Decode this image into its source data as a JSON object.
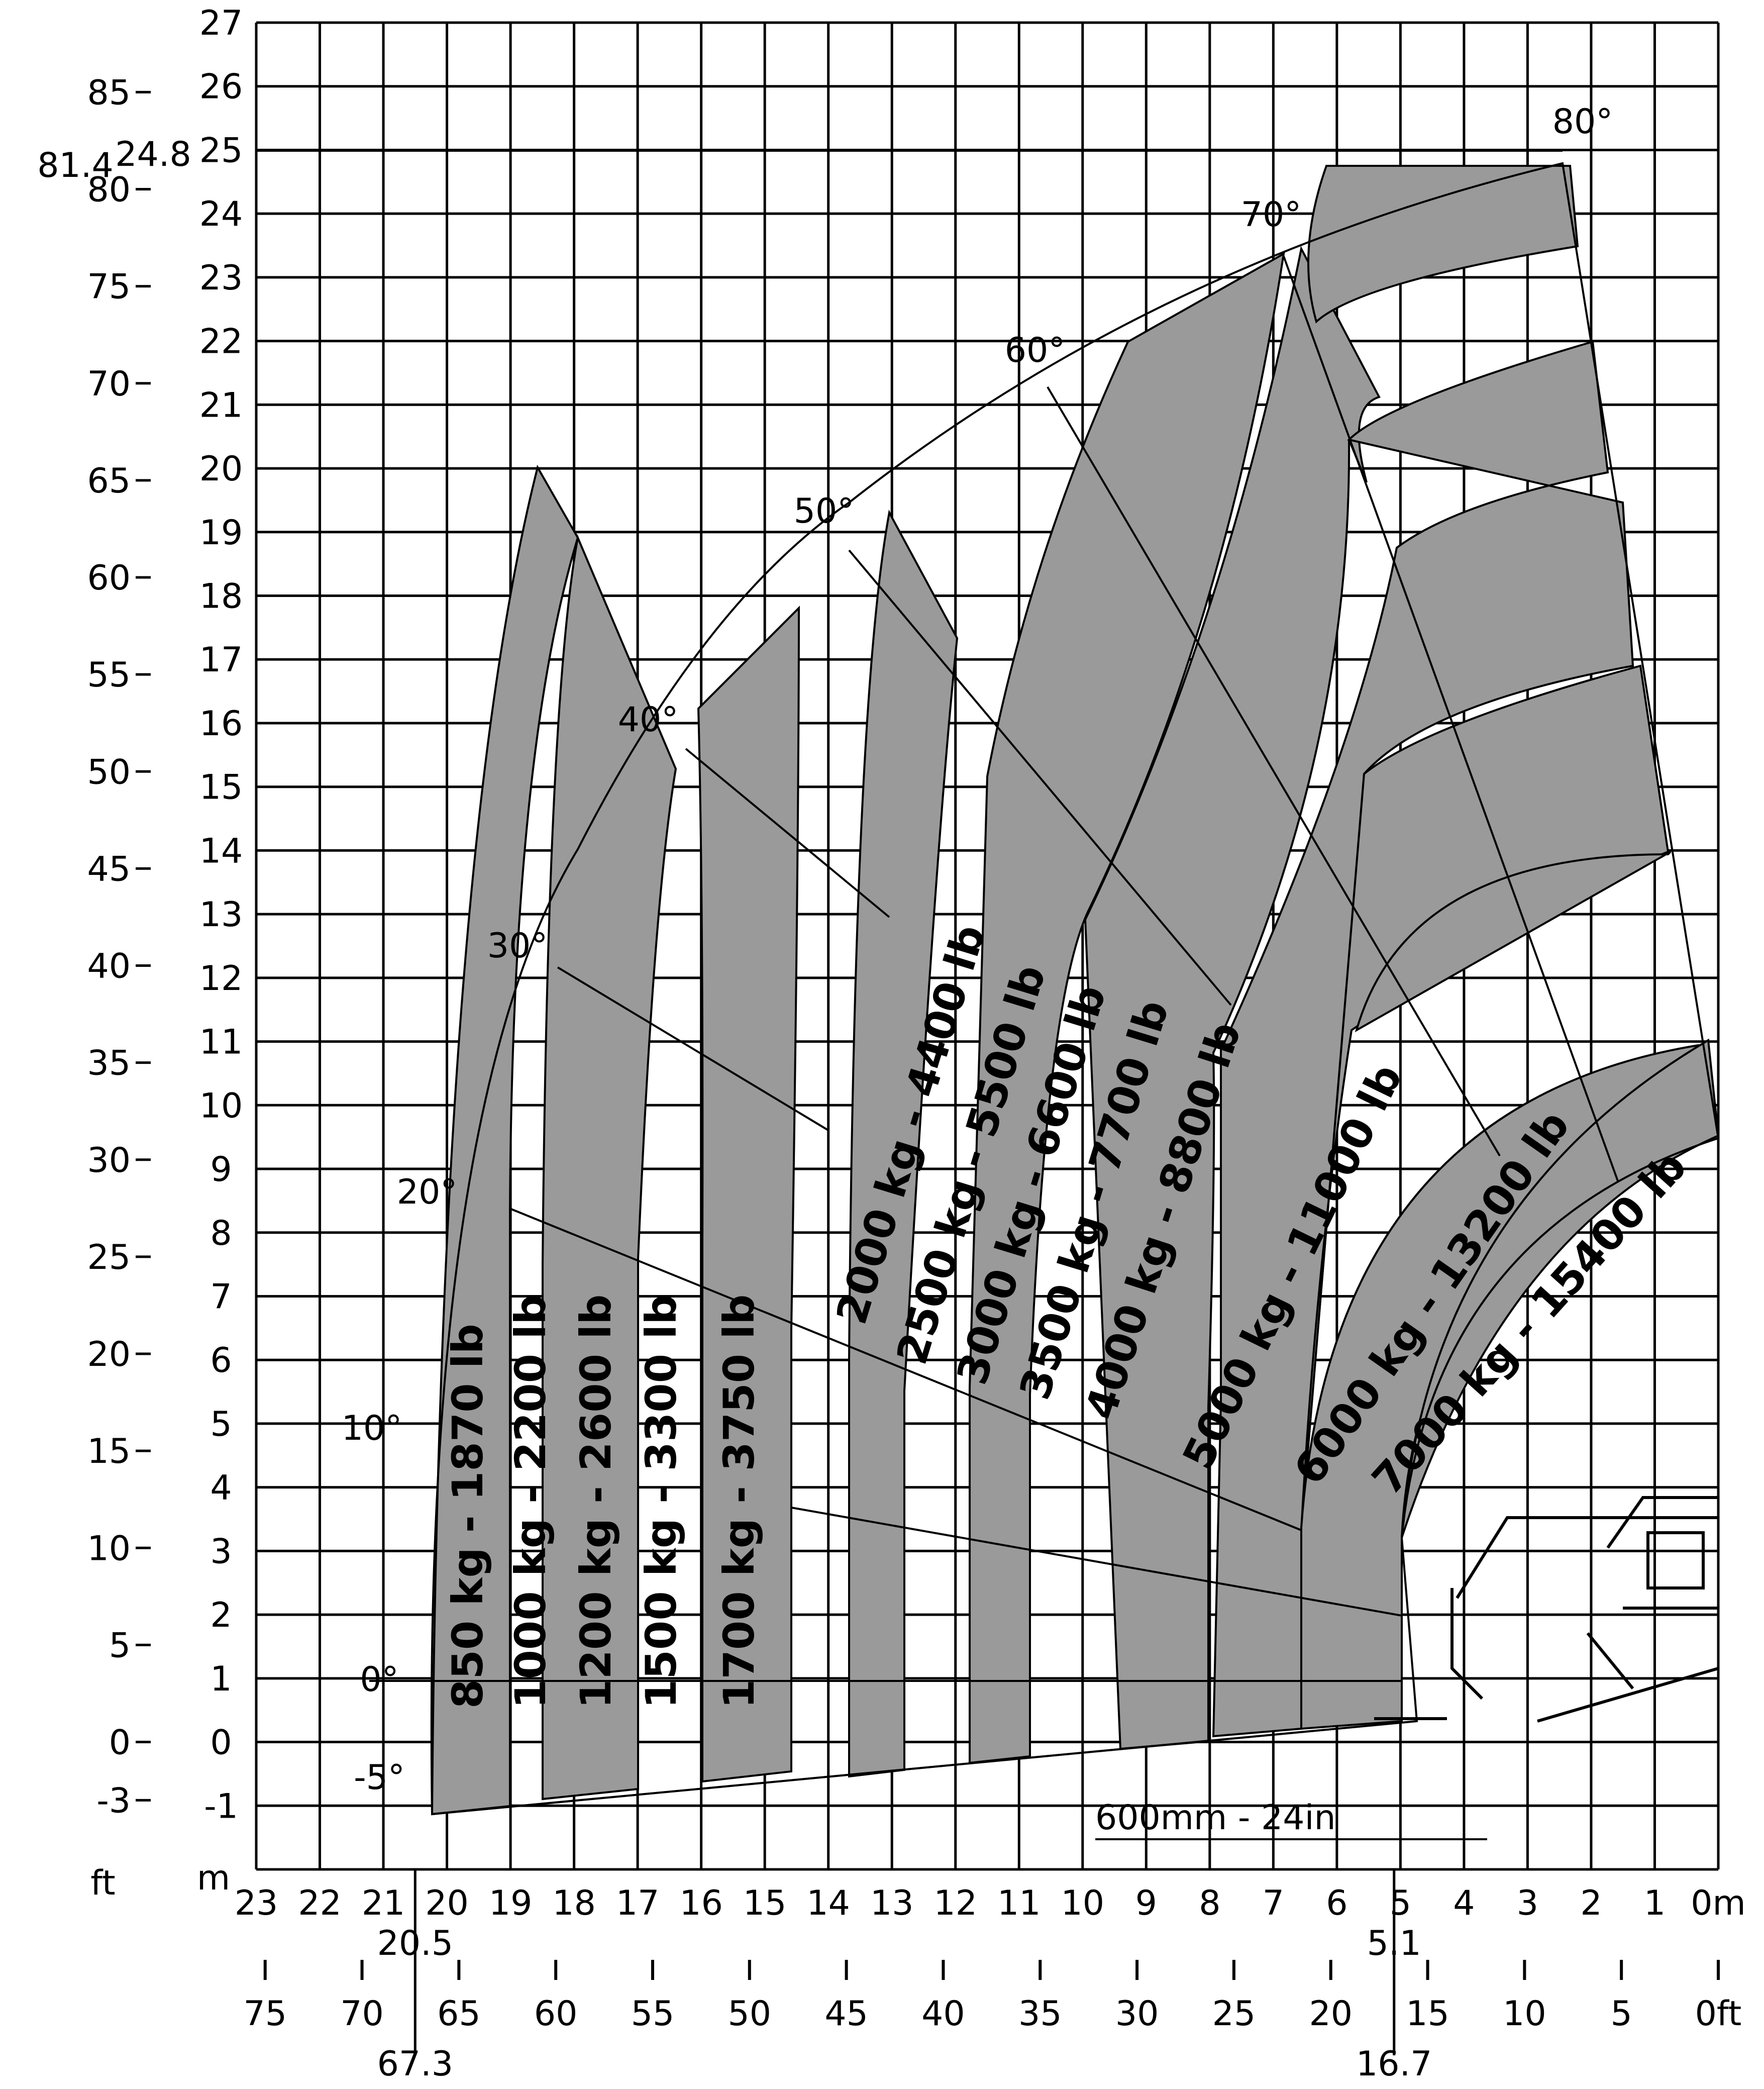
{
  "chart_data": {
    "type": "load-chart",
    "x_axis_m": {
      "ticks": [
        "23",
        "22",
        "21",
        "20",
        "19",
        "18",
        "17",
        "16",
        "15",
        "14",
        "13",
        "12",
        "11",
        "10",
        "9",
        "8",
        "7",
        "6",
        "5",
        "4",
        "3",
        "2",
        "1",
        "0m"
      ],
      "special": [
        "20.5",
        "5.1"
      ]
    },
    "x_axis_ft": {
      "ticks": [
        "75",
        "70",
        "65",
        "60",
        "55",
        "50",
        "45",
        "40",
        "35",
        "30",
        "25",
        "20",
        "15",
        "10",
        "5",
        "0ft"
      ],
      "special": [
        "67.3",
        "16.7"
      ]
    },
    "y_axis_m": {
      "ticks": [
        "27",
        "26",
        "25",
        "24",
        "23",
        "22",
        "21",
        "20",
        "19",
        "18",
        "17",
        "16",
        "15",
        "14",
        "13",
        "12",
        "11",
        "10",
        "9",
        "8",
        "7",
        "6",
        "5",
        "4",
        "3",
        "2",
        "1",
        "0",
        "-1"
      ],
      "unit": "m",
      "special": "24.8"
    },
    "y_axis_ft": {
      "ticks": [
        "85",
        "80",
        "75",
        "70",
        "65",
        "60",
        "55",
        "50",
        "45",
        "40",
        "35",
        "30",
        "25",
        "20",
        "15",
        "10",
        "5",
        "0",
        "-3"
      ],
      "unit": "ft",
      "special": "81.4"
    },
    "boom_angles": [
      "80°",
      "70°",
      "60°",
      "50°",
      "40°",
      "30°",
      "20°",
      "10°",
      "0°",
      "-5°"
    ],
    "load_zones": [
      {
        "label": "850 kg - 1870 lb",
        "kg": 850,
        "lb": 1870
      },
      {
        "label": "1000 kg - 2200 lb",
        "kg": 1000,
        "lb": 2200
      },
      {
        "label": "1200 kg - 2600 lb",
        "kg": 1200,
        "lb": 2600
      },
      {
        "label": "1500 kg - 3300 lb",
        "kg": 1500,
        "lb": 3300
      },
      {
        "label": "1700 kg - 3750 lb",
        "kg": 1700,
        "lb": 3750
      },
      {
        "label": "2000 kg - 4400 lb",
        "kg": 2000,
        "lb": 4400
      },
      {
        "label": "2500 kg - 5500 lb",
        "kg": 2500,
        "lb": 5500
      },
      {
        "label": "3000 kg - 6600 lb",
        "kg": 3000,
        "lb": 6600
      },
      {
        "label": "3500 kg - 7700 lb",
        "kg": 3500,
        "lb": 7700
      },
      {
        "label": "4000 kg - 8800 lb",
        "kg": 4000,
        "lb": 8800
      },
      {
        "label": "5000 kg - 11000 lb",
        "kg": 5000,
        "lb": 11000
      },
      {
        "label": "6000 kg - 13200 lb",
        "kg": 6000,
        "lb": 13200
      },
      {
        "label": "7000 kg - 15400 lb",
        "kg": 7000,
        "lb": 15400
      }
    ],
    "load_center_label": "600mm - 24in",
    "max_height_m": 24.8,
    "max_height_ft": 81.4,
    "max_reach_m": 20.5,
    "max_reach_ft": 67.3,
    "xlim_m": [
      0,
      23
    ],
    "ylim_m": [
      -2,
      27
    ],
    "grid": true
  }
}
